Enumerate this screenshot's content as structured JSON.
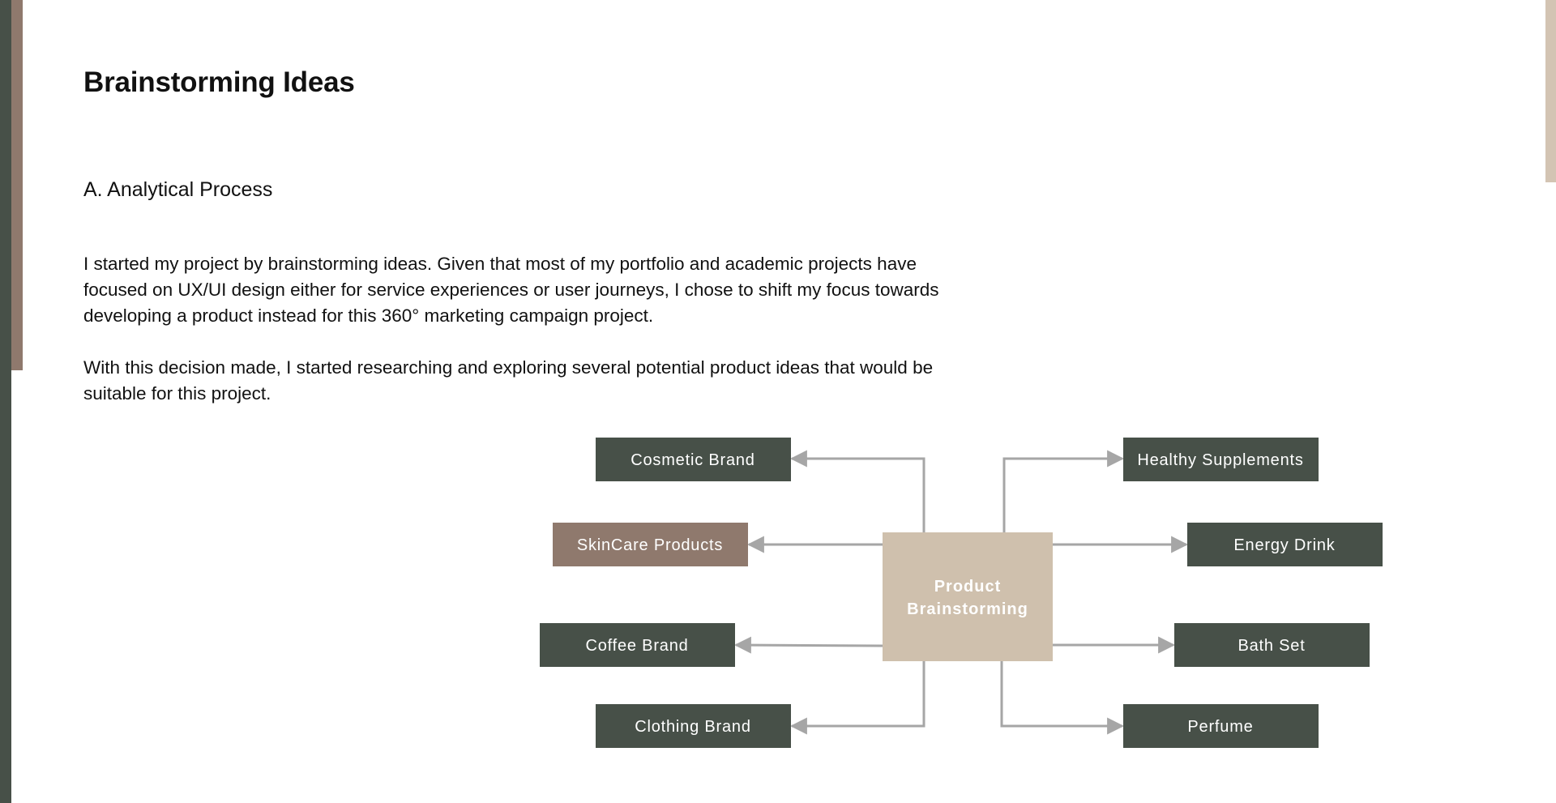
{
  "page": {
    "title": "Brainstorming Ideas",
    "section_heading": "A. Analytical Process",
    "paragraphs": [
      "I started my project by brainstorming ideas. Given that most of my portfolio and academic projects have focused on UX/UI design either for service experiences or user journeys, I chose to shift my focus towards developing a product instead for this 360° marketing campaign project.",
      "With this decision made, I started researching and exploring several potential product ideas that would be suitable for this project."
    ]
  },
  "diagram": {
    "center": {
      "line1": "Product",
      "line2": "Brainstorming"
    },
    "left_nodes": [
      "Cosmetic Brand",
      "SkinCare Products",
      "Coffee Brand",
      "Clothing Brand"
    ],
    "right_nodes": [
      "Healthy Supplements",
      "Energy Drink",
      "Bath Set",
      "Perfume"
    ],
    "colors": {
      "node": "#475048",
      "highlight_node": "#8f796d",
      "center": "#cfc0ad",
      "connector": "#a6a6a6"
    }
  }
}
